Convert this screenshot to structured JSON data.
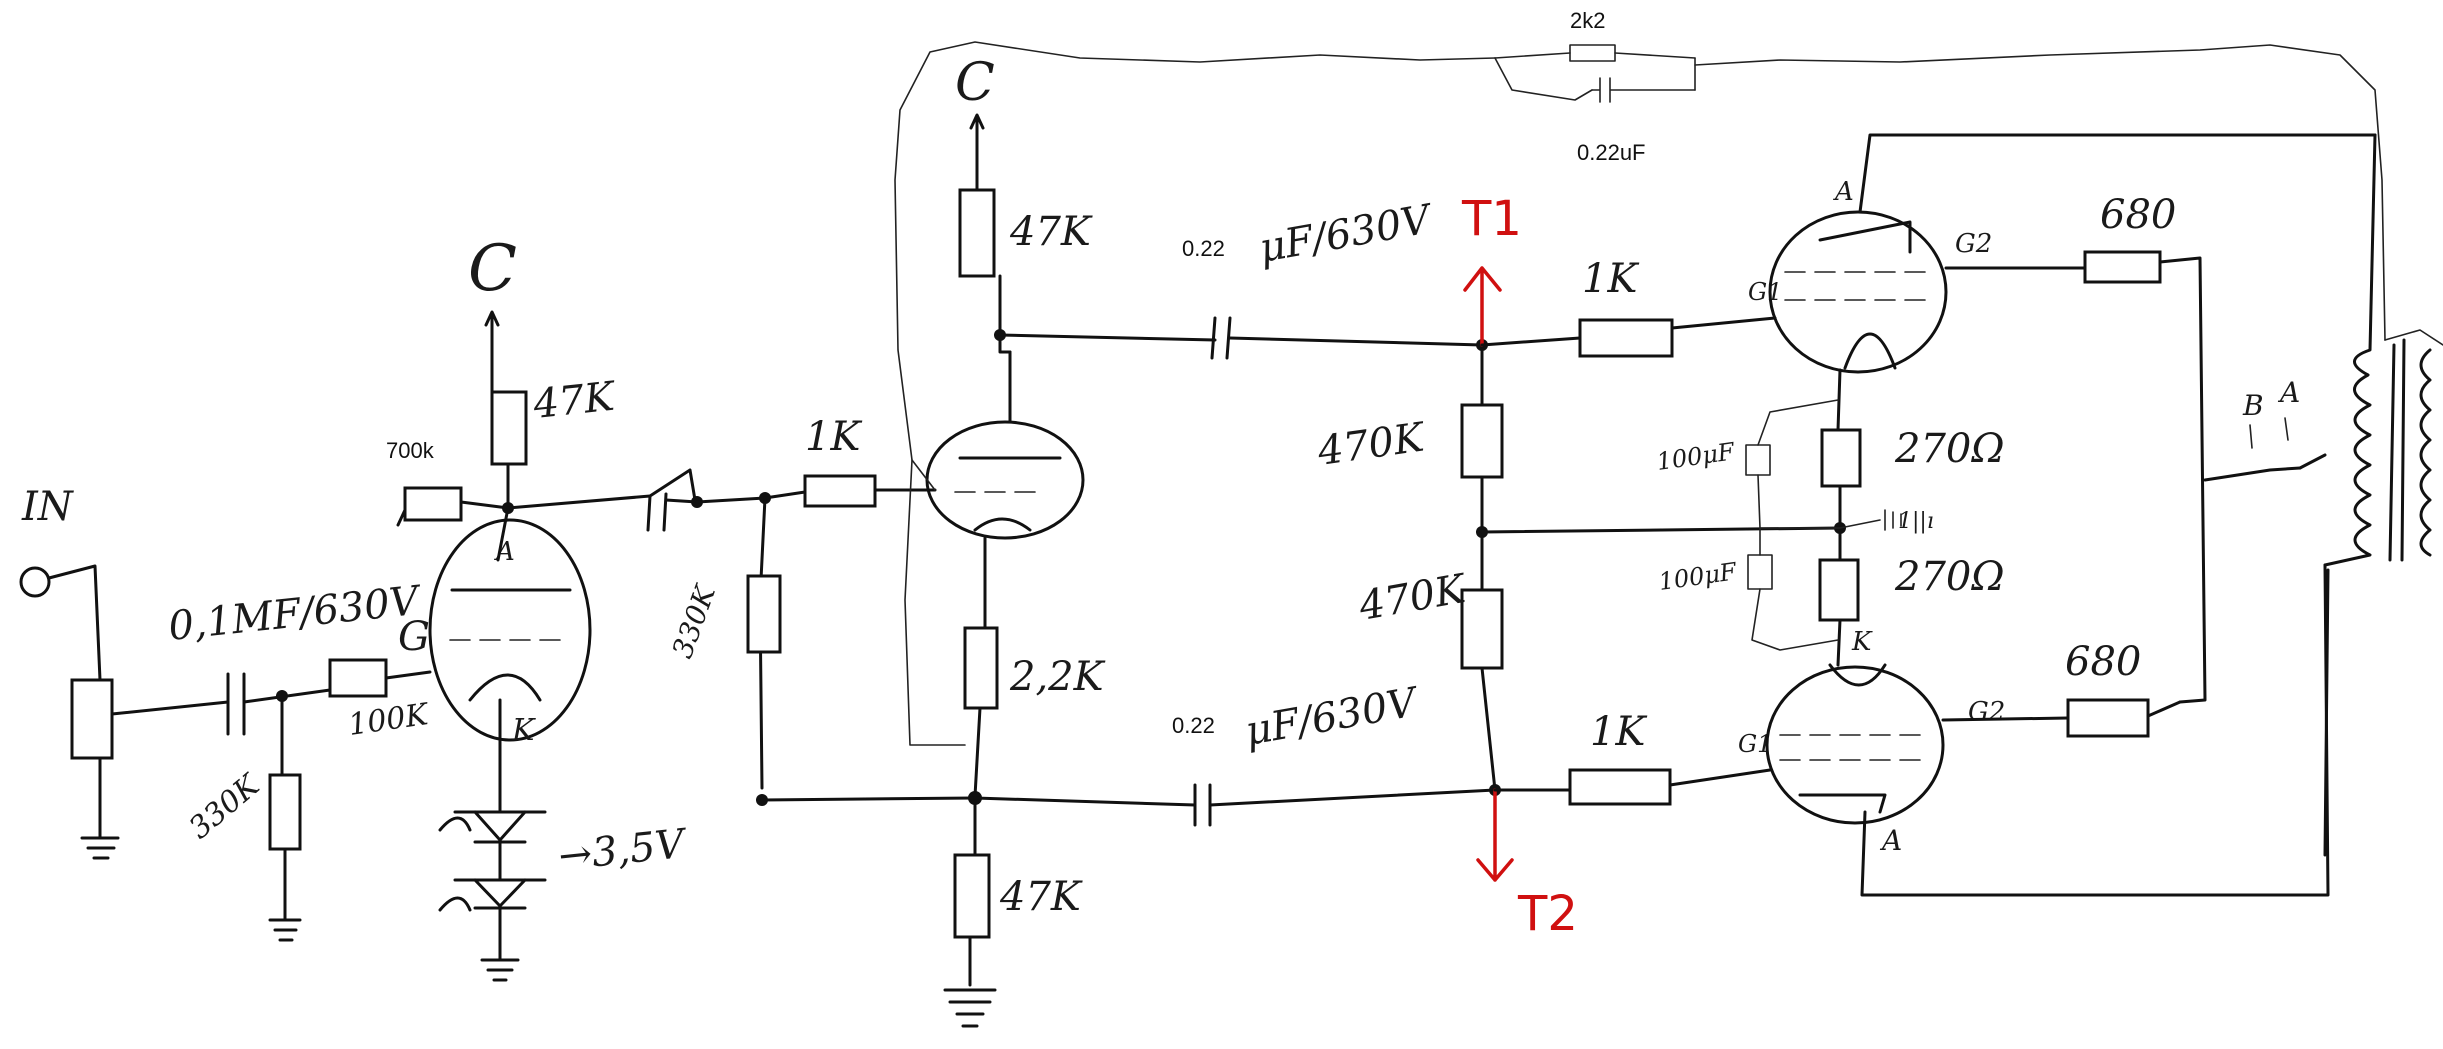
{
  "labels": {
    "in": "IN",
    "c_supply_1": "C",
    "c_supply_2": "C",
    "r_feedback_top": "2k2",
    "c_feedback_top": "0.22uF",
    "r_plate_v1": "47K",
    "r_700k": "700k",
    "cap_input": "0,1MF/630V",
    "r_grid_100k": "100K",
    "r_330k_grid": "330K",
    "grid_label_g": "G",
    "anode_label_a": "A",
    "cathode_label_k": "K",
    "diode_voltage": "→3,5V",
    "r_1k_inter": "1K",
    "r_330k_mid": "330K",
    "r_plate_v2": "47K",
    "r_cathode_2k2": "2,2K",
    "r_tail_47k": "47K",
    "cap_top_value": "0.22",
    "cap_top_rating": "μF/630V",
    "cap_bottom_value": "0.22",
    "cap_bottom_rating": "μF/630V",
    "r_470k_top": "470K",
    "r_470k_bottom": "470K",
    "t1": "T1",
    "t2": "T2",
    "r_1k_top": "1K",
    "r_1k_bottom": "1K",
    "g1_top": "G1",
    "g1_bottom": "G1",
    "g2_top": "G2",
    "g2_bottom": "G2",
    "anode_top": "A",
    "anode_bottom": "A",
    "cathode_out": "K",
    "r_680_top": "680",
    "r_680_bottom": "680",
    "cap_100uf_1": "100μF",
    "cap_100uf_2": "100μF",
    "r_270_1": "270Ω",
    "r_270_2": "270Ω",
    "ground_mark": "1||ı",
    "transformer_b": "B",
    "transformer_a": "A"
  },
  "colors": {
    "ink": "#111111",
    "test_point": "#d01010",
    "paper": "#ffffff"
  }
}
